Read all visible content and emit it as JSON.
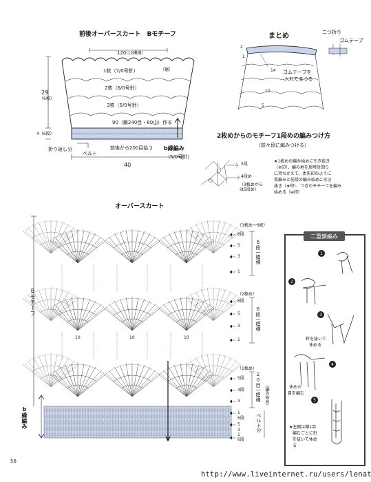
{
  "top_left": {
    "title": "前後オーバースカート　Bモチーフ",
    "width_top": "120",
    "width_top_repeat": "(12模様)",
    "row1_needle": "1枚（7/0号針）",
    "row2_needle": "2枚（6/0号針）",
    "row3_needle": "3枚（5/0号針）",
    "seam": "（裾）",
    "height_main": "29",
    "height_main_sub": "（6枚）",
    "pickup": "90（鎖240目・60山）作る",
    "band_height": "4（6段）",
    "fold": "折り返し分",
    "belt": "ベルト",
    "pickup_front_back": "前後から200目拾う",
    "edge_title": "b縁編み",
    "edge_needle": "（5/0号針）",
    "width_bottom": "40"
  },
  "top_right": {
    "title": "まとめ",
    "fold_two": "二つ折り",
    "rubber": "ゴムテープ",
    "rubber_note1": "ゴムテープを",
    "rubber_note2": "入れてまつる",
    "num_2a": "2",
    "num_2b": "2",
    "num_14": "14",
    "num_10": "10",
    "num_5": "5"
  },
  "motif_section": {
    "title": "2枚めからのモチーフ1段めの編みつけ方",
    "subtitle": "（前々段に編みつける）",
    "label_5": "5段",
    "label_4": "4段め",
    "label_3": "（3枚めからは5段め）",
    "note_l1": "★1枚めの編み始めに引き抜き",
    "note_l2": "（※印）、編み地を反時計回り",
    "note_l3": "に持ちかえて、太矢印のように",
    "note_l4": "長編みと前段の編み始めに引き",
    "note_l5": "抜き（★印）、つぎのモチーフを編み",
    "note_l6": "始める（⊕印）"
  },
  "over_skirt": {
    "title": "オーバースカート",
    "b_motif": "Bモチーフ",
    "b_edge": "b縁編み",
    "group1": {
      "label": "（3枚め〜6枚）",
      "rows": [
        "6段",
        "5",
        "3",
        "1"
      ],
      "side": "6段一模様"
    },
    "group2": {
      "label": "（2枚め）",
      "rows": [
        "6段",
        "5",
        "3",
        "1"
      ],
      "side": "6段一模様"
    },
    "group3": {
      "label": "（1枚め）",
      "rows": [
        "5段",
        "4段",
        "3",
        "1",
        "6段",
        "5",
        "3",
        "1",
        "6段"
      ],
      "side": "20目一模様",
      "side2": "（編み始め）",
      "belt": "ベルト分"
    },
    "nums": {
      "n6": "6",
      "n10": "10"
    }
  },
  "nijuu": {
    "title": "二重鎖編み",
    "step2_a": "針を抜いて",
    "step2_b": "休める",
    "step4_a": "休めた",
    "step4_b": "目を編む",
    "note_a": "★左側は鎖1目",
    "note_b": "編むごとに針",
    "note_c": "を抜いて休め",
    "note_d": "る",
    "steps": [
      "1",
      "2",
      "3",
      "4",
      "5"
    ]
  },
  "footer": {
    "page_number": "58",
    "url": "http://www.liveinternet.ru/users/lenatt/"
  },
  "colors": {
    "band": "#c9d4ea",
    "ink": "#1b1b1b",
    "panel": "#3b3b3b"
  }
}
